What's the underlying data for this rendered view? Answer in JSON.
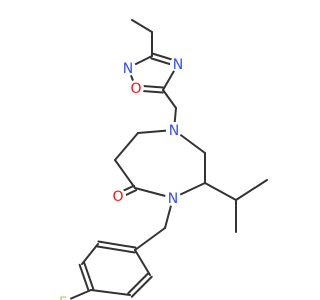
{
  "molecule": {
    "atoms": [
      {
        "id": "O_ring",
        "label": "O",
        "color": "#ff0d0d"
      },
      {
        "id": "N_ring2",
        "label": "N",
        "color": "#3050f8"
      },
      {
        "id": "N_ring4",
        "label": "N",
        "color": "#3050f8"
      },
      {
        "id": "N_diaz1",
        "label": "N",
        "color": "#3050f8"
      },
      {
        "id": "N_diaz4",
        "label": "N",
        "color": "#3050f8"
      },
      {
        "id": "O_carbonyl",
        "label": "O",
        "color": "#ff0d0d"
      },
      {
        "id": "F",
        "label": "F",
        "color": "#90e050"
      }
    ],
    "bond_color": "#333333"
  }
}
